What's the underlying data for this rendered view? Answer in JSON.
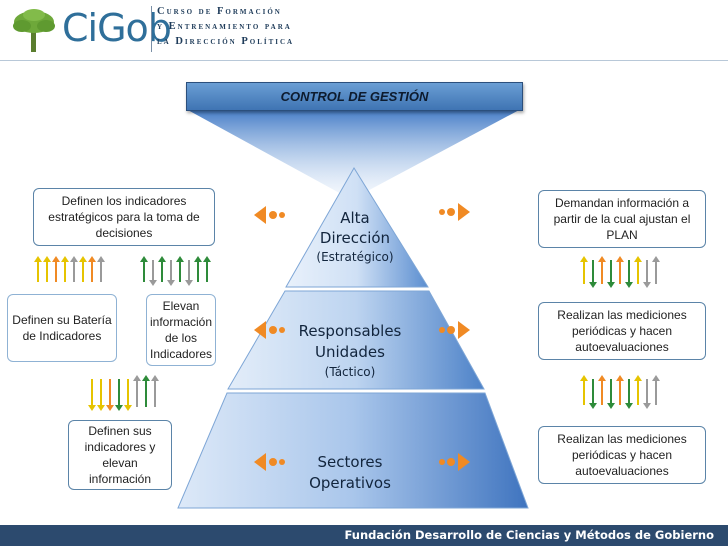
{
  "header": {
    "logo": "CiGob",
    "org_lines": [
      "Curso de Formación",
      "y Entrenamiento para",
      "la Dirección Política"
    ]
  },
  "title": "CONTROL DE GESTIÓN",
  "pyramid": {
    "top": {
      "line1": "Alta",
      "line2": "Dirección",
      "line3": "(Estratégico)"
    },
    "middle": {
      "line1": "Responsables",
      "line2": "Unidades",
      "line3": "(Táctico)"
    },
    "bottom": {
      "line1": "Sectores",
      "line2": "Operativos"
    }
  },
  "left": {
    "top_box": "Definen los indicadores estratégicos  para la toma de decisiones",
    "bateria": "Definen su Batería de Indicadores",
    "elevan": "Elevan información de los Indicadores",
    "bottom_box": "Definen sus indicadores y elevan información"
  },
  "right": {
    "top_box": "Demandan información a partir de la cual ajustan el PLAN",
    "middle_box": "Realizan las mediciones periódicas y hacen autoevaluaciones",
    "bottom_box": "Realizan las mediciones periódicas y hacen autoevaluaciones"
  },
  "footer": "Fundación Desarrollo de Ciencias y Métodos de Gobierno",
  "colors": {
    "brand": "#2f6f9a",
    "arrow_orange": "#f08a24",
    "arrow_yellow": "#e6c400",
    "arrow_green": "#2e8b3a",
    "arrow_gray": "#9a9a9a",
    "footer_bg": "#2c4a6e"
  }
}
